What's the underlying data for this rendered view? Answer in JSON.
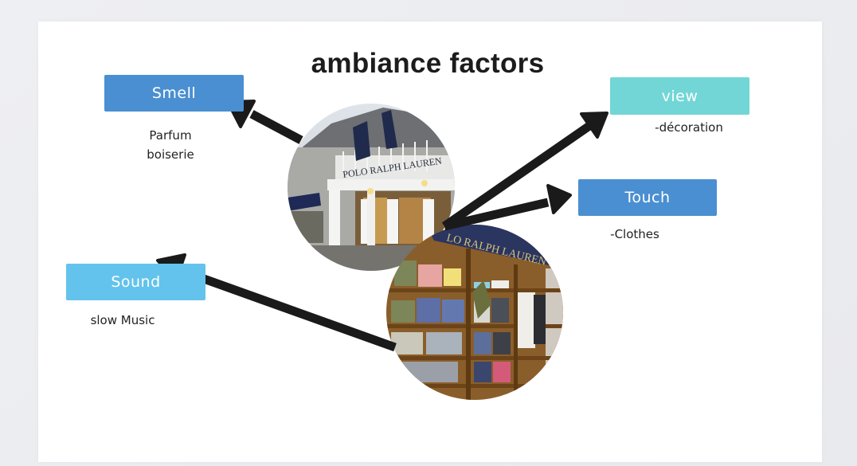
{
  "slide": {
    "title": "ambiance factors",
    "factors": [
      {
        "id": "smell",
        "label": "Smell",
        "color": "#4a8fd1",
        "notes": [
          "Parfum",
          "boiserie"
        ]
      },
      {
        "id": "view",
        "label": "view",
        "color": "#72d6d6",
        "notes": [
          "-décoration"
        ]
      },
      {
        "id": "touch",
        "label": "Touch",
        "color": "#4a8fd1",
        "notes": [
          "-Clothes"
        ]
      },
      {
        "id": "sound",
        "label": "Sound",
        "color": "#63c3ec",
        "notes": [
          "slow Music"
        ]
      }
    ],
    "photos": [
      {
        "id": "storefront",
        "subject": "Polo Ralph Lauren storefront",
        "sign_text": "POLO RALPH LAUREN"
      },
      {
        "id": "shelves",
        "subject": "Polo Ralph Lauren clothing shelves",
        "sign_text": "POLO RALPH LAUREN"
      }
    ],
    "arrow_color": "#1a1a1a"
  }
}
